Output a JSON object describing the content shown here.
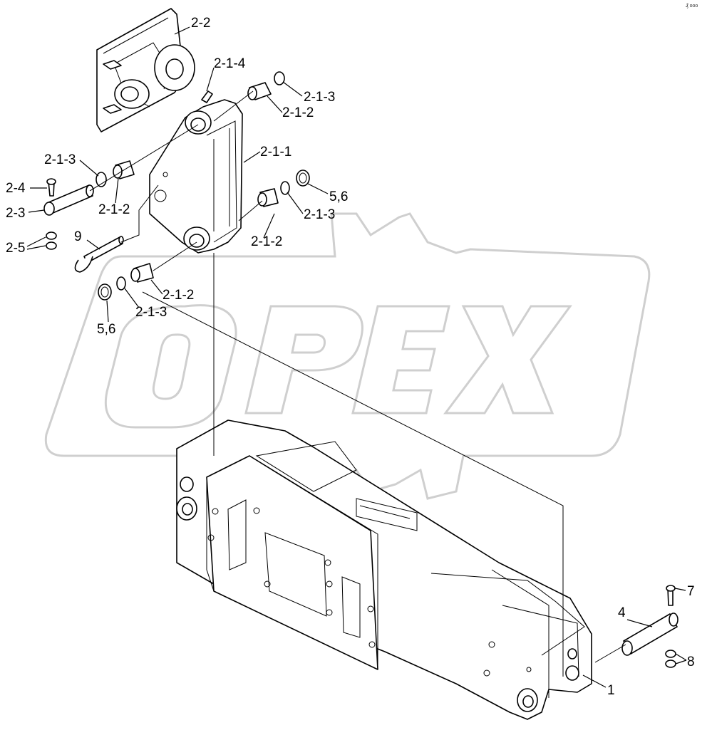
{
  "watermark": {
    "text": "OPEX"
  },
  "corner_mark": "₰ ooo",
  "labels": [
    {
      "id": "2-2",
      "text": "2-2"
    },
    {
      "id": "2-1-4",
      "text": "2-1-4"
    },
    {
      "id": "2-1-3-a",
      "text": "2-1-3"
    },
    {
      "id": "2-1-2-a",
      "text": "2-1-2"
    },
    {
      "id": "2-1-3-b",
      "text": "2-1-3"
    },
    {
      "id": "2-1-1",
      "text": "2-1-1"
    },
    {
      "id": "2-4",
      "text": "2-4"
    },
    {
      "id": "2-3",
      "text": "2-3"
    },
    {
      "id": "2-1-2-b",
      "text": "2-1-2"
    },
    {
      "id": "5-6-a",
      "text": "5,6"
    },
    {
      "id": "2-1-3-c",
      "text": "2-1-3"
    },
    {
      "id": "9",
      "text": "9"
    },
    {
      "id": "2-5",
      "text": "2-5"
    },
    {
      "id": "2-1-2-c",
      "text": "2-1-2"
    },
    {
      "id": "2-1-2-d",
      "text": "2-1-2"
    },
    {
      "id": "2-1-3-d",
      "text": "2-1-3"
    },
    {
      "id": "5-6-b",
      "text": "5,6"
    },
    {
      "id": "7",
      "text": "7"
    },
    {
      "id": "4",
      "text": "4"
    },
    {
      "id": "8",
      "text": "8"
    },
    {
      "id": "1",
      "text": "1"
    }
  ]
}
